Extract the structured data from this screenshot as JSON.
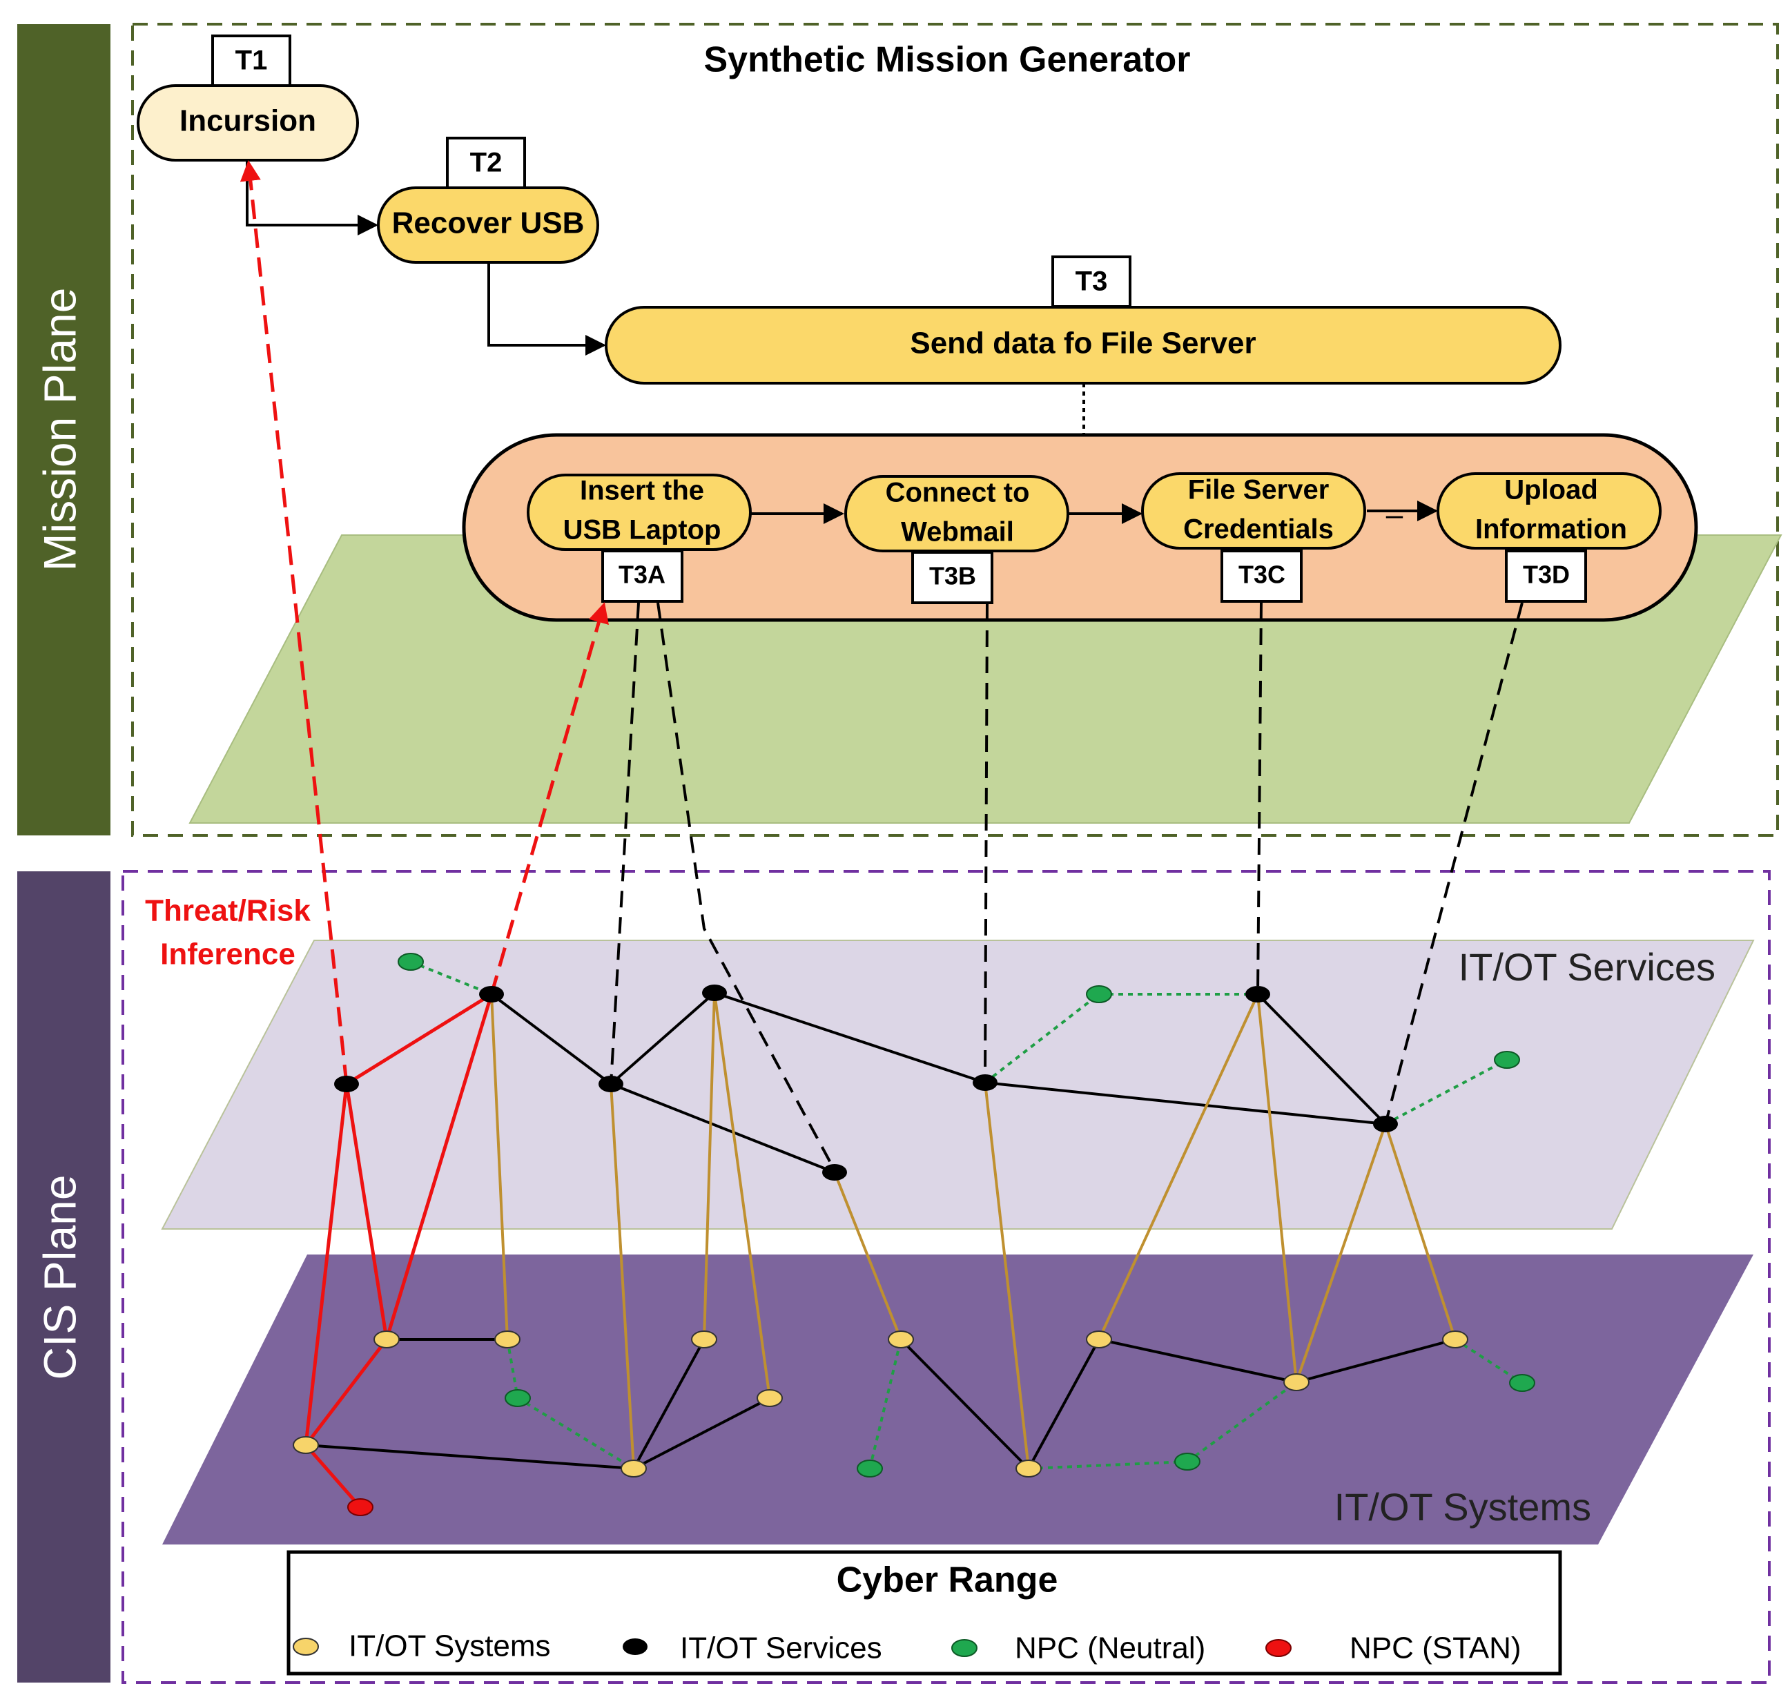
{
  "planes": {
    "mission": {
      "label": "Mission Plane",
      "color": "#4f6228"
    },
    "cis": {
      "label": "CIS Plane",
      "color": "#534468"
    }
  },
  "mission": {
    "title": "Synthetic Mission Generator",
    "tasks": [
      {
        "id": "T1",
        "tag": "T1",
        "label": "Incursion"
      },
      {
        "id": "T2",
        "tag": "T2",
        "label": "Recover USB"
      },
      {
        "id": "T3",
        "tag": "T3",
        "label": "Send data fo File Server"
      }
    ],
    "subtasks": [
      {
        "id": "T3A",
        "tag": "T3A",
        "line1": "Insert the",
        "line2": "USB Laptop"
      },
      {
        "id": "T3B",
        "tag": "T3B",
        "line1": "Connect to",
        "line2": "Webmail"
      },
      {
        "id": "T3C",
        "tag": "T3C",
        "line1": "File Server",
        "line2": "Credentials"
      },
      {
        "id": "T3D",
        "tag": "T3D",
        "line1": "Upload",
        "line2": "Information"
      }
    ],
    "dash_mark": "–"
  },
  "cis": {
    "threat_label_line1": "Threat/Risk",
    "threat_label_line2": "Inference",
    "services_layer_label": "IT/OT Services",
    "systems_layer_label": "IT/OT Systems"
  },
  "legend": {
    "title": "Cyber Range",
    "items": [
      {
        "label": "IT/OT Systems",
        "color": "#f7d46a"
      },
      {
        "label": "IT/OT Services",
        "color": "#000000"
      },
      {
        "label": "NPC (Neutral)",
        "color": "#1fa84f"
      },
      {
        "label": "NPC (STAN)",
        "color": "#ee1111"
      }
    ]
  },
  "colors": {
    "task_fill": "#fbd86a",
    "task_fill_light": "#fdf0cc",
    "subtask_container": "#f8c49c",
    "mission_layer": "#c3d69b",
    "services_layer": "#dcd6e6",
    "systems_layer": "#7d659d",
    "threat": "#ee1111",
    "system_link": "#bf9030",
    "npc_link": "#1f9e45"
  }
}
